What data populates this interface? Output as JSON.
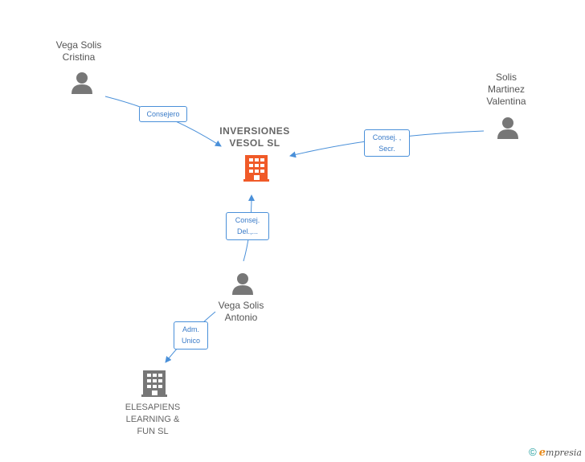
{
  "nodes": {
    "main_company": {
      "line1": "INVERSIONES",
      "line2": "VESOL SL"
    },
    "person_cristina": {
      "line1": "Vega Solis",
      "line2": "Cristina"
    },
    "person_valentina": {
      "line1": "Solis",
      "line2": "Martinez",
      "line3": "Valentina"
    },
    "person_antonio": {
      "line1": "Vega Solis",
      "line2": "Antonio"
    },
    "company_elesapiens": {
      "line1": "ELESAPIENS",
      "line2": "LEARNING &",
      "line3": "FUN SL"
    }
  },
  "edges": {
    "cristina_role": {
      "line1": "Consejero"
    },
    "valentina_role": {
      "line1": "Consej. ,",
      "line2": "Secr."
    },
    "antonio_role": {
      "line1": "Consej.",
      "line2": "Del.,..."
    },
    "elesapiens_role": {
      "line1": "Adm.",
      "line2": "Unico"
    }
  },
  "footer": {
    "copyright": "©",
    "brand_initial": "e",
    "brand_rest": "mpresia"
  },
  "colors": {
    "edge": "#4a90d9",
    "person_icon": "#777777",
    "main_company_icon": "#f05a28",
    "company_icon": "#777777"
  }
}
